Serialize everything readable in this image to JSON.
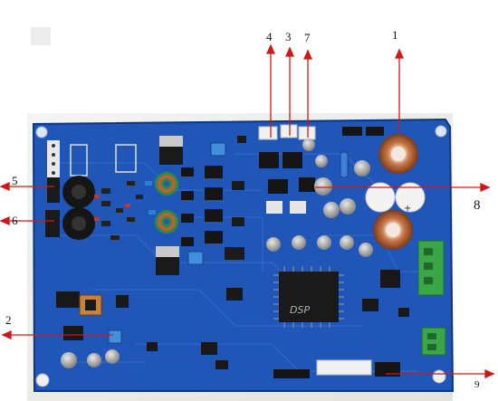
{
  "callouts": [
    {
      "id": "1",
      "label": "1"
    },
    {
      "id": "2",
      "label": "2"
    },
    {
      "id": "3",
      "label": "3"
    },
    {
      "id": "4",
      "label": "4"
    },
    {
      "id": "5",
      "label": "5"
    },
    {
      "id": "6",
      "label": "6"
    },
    {
      "id": "7",
      "label": "7"
    },
    {
      "id": "8",
      "label": "8"
    },
    {
      "id": "9",
      "label": "9"
    }
  ],
  "chip_text": "DSP",
  "colors": {
    "board": "#1f56b8",
    "board_dark": "#123f95",
    "arrow": "#d01818",
    "terminal": "#3aa64a"
  }
}
